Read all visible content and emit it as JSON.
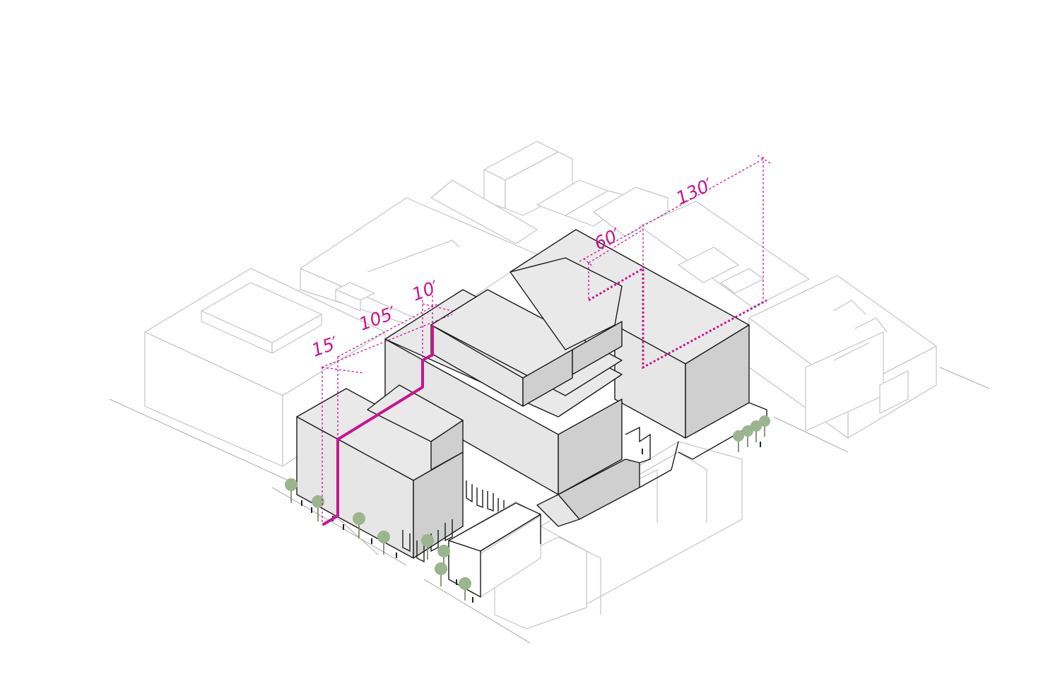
{
  "diagram": {
    "type": "axonometric-massing",
    "accent_color": "#c8158f",
    "massing_color": "#d0d0d0",
    "dimensions": [
      {
        "id": "dim-15",
        "label": "15′"
      },
      {
        "id": "dim-105",
        "label": "105′"
      },
      {
        "id": "dim-10",
        "label": "10′"
      },
      {
        "id": "dim-60",
        "label": "60′"
      },
      {
        "id": "dim-130",
        "label": "130′"
      }
    ]
  }
}
